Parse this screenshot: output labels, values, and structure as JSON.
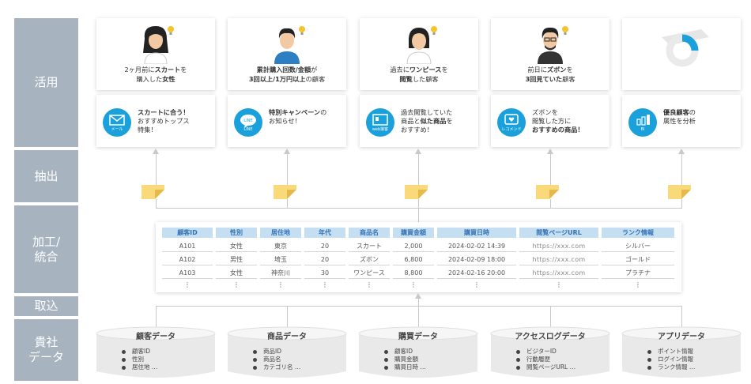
{
  "stages": [
    {
      "id": "use",
      "label": "活用"
    },
    {
      "id": "extract",
      "label": "抽出"
    },
    {
      "id": "process",
      "label": "加工/\n統合"
    },
    {
      "id": "ingest",
      "label": "取込"
    },
    {
      "id": "company",
      "label": "貴社\nデータ"
    }
  ],
  "use_cases": [
    {
      "line1": [
        "2ヶ月前に",
        "スカート",
        "を"
      ],
      "line2": [
        "購入した",
        "女性",
        ""
      ],
      "persona": "woman-long-hair"
    },
    {
      "line1": [
        "",
        "累計購入回数/金額",
        "が"
      ],
      "line2": [
        "",
        "3回以上/1万円以上",
        "の顧客"
      ],
      "persona": "man-short-hair"
    },
    {
      "line1": [
        "過去に",
        "ワンピース",
        "を"
      ],
      "line2": [
        "",
        "閲覧",
        "した顧客"
      ],
      "persona": "woman-bob"
    },
    {
      "line1": [
        "前日に",
        "ズボン",
        "を"
      ],
      "line2": [
        "",
        "3回見ていた",
        "顧客"
      ],
      "persona": "man-glasses"
    },
    {
      "line1": [
        "",
        "",
        ""
      ],
      "line2": [
        "",
        "",
        ""
      ],
      "persona": "chart-donut"
    }
  ],
  "channels": [
    {
      "icon": "mail-icon",
      "name": "メール",
      "line1": [
        "",
        "スカートに合う！"
      ],
      "line2": [
        "おすすめトップス",
        ""
      ],
      "line3": [
        "特集！",
        ""
      ]
    },
    {
      "icon": "line-icon",
      "name": "LINE",
      "line1": [
        "",
        "特別キャンペーン",
        "の"
      ],
      "line2": [
        "お知らせ！",
        "",
        ""
      ]
    },
    {
      "icon": "web-icon",
      "name": "web接客",
      "line1": [
        "過去閲覧していた",
        ""
      ],
      "line2": [
        "商品と",
        "似た商品",
        "を"
      ],
      "line3": [
        "おすすめ！",
        ""
      ]
    },
    {
      "icon": "recommend-icon",
      "name": "レコメンド",
      "line1": [
        "ズボンを",
        ""
      ],
      "line2": [
        "閲覧した方に",
        ""
      ],
      "line3": [
        "",
        "おすすめの商品！"
      ]
    },
    {
      "icon": "bi-icon",
      "name": "BI",
      "line1": [
        "",
        "優良顧客",
        "の"
      ],
      "line2": [
        "属性を分析",
        "",
        ""
      ]
    }
  ],
  "table": {
    "headers": [
      "顧客ID",
      "性別",
      "居住地",
      "年代",
      "商品名",
      "購買金額",
      "購買日時",
      "閲覧ページURL",
      "ランク情報"
    ],
    "rows": [
      [
        "A101",
        "女性",
        "東京",
        "20",
        "スカート",
        "2,000",
        "2024-02-02 14:39",
        "https://xxx.com",
        "シルバー"
      ],
      [
        "A102",
        "男性",
        "埼玉",
        "20",
        "ズボン",
        "6,800",
        "2024-02-09 18:00",
        "https://xxx.com",
        "ゴールド"
      ],
      [
        "A103",
        "女性",
        "神奈川",
        "30",
        "ワンピース",
        "8,800",
        "2024-02-16 20:00",
        "https://xxx.com",
        "プラチナ"
      ],
      [
        "⋮",
        "⋮",
        "⋮",
        "⋮",
        "⋮",
        "⋮",
        "⋮",
        "⋮",
        "⋮"
      ]
    ]
  },
  "databases": [
    {
      "title": "顧客データ",
      "items": [
        "顧客ID",
        "性別",
        "居住地 …"
      ]
    },
    {
      "title": "商品データ",
      "items": [
        "商品ID",
        "商品名",
        "カテゴリ名 …"
      ]
    },
    {
      "title": "購買データ",
      "items": [
        "顧客ID",
        "購買金額",
        "購買日時 …"
      ]
    },
    {
      "title": "アクセスログデータ",
      "items": [
        "ビジターID",
        "行動履歴",
        "閲覧ページURL …"
      ]
    },
    {
      "title": "アプリデータ",
      "items": [
        "ポイント情報",
        "ログイン情報",
        "ランク情報 …"
      ]
    }
  ],
  "colors": {
    "stage": "#a7b3bf",
    "channel": "#1aa1dc",
    "table_header": "#c4dff2",
    "note": "#f9d97a",
    "db": "#e9e9e9"
  }
}
